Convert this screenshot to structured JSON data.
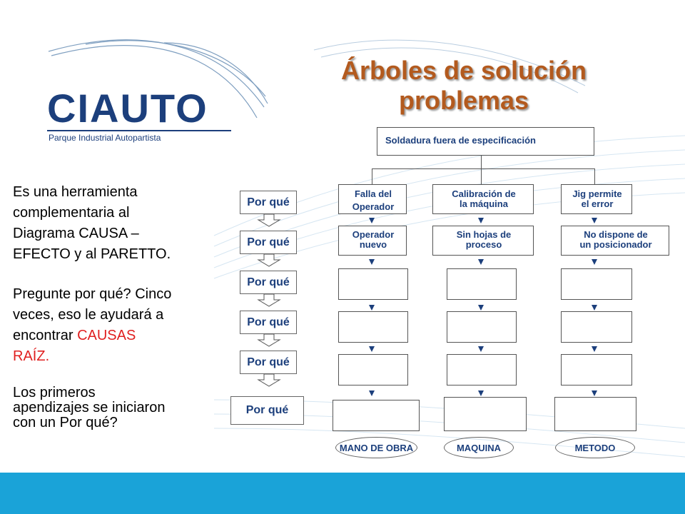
{
  "logo": {
    "name": "CIAUTO",
    "subtitle": "Parque Industrial Autopartista"
  },
  "title_line1": "Árboles de solución",
  "title_line2": "problemas",
  "left_text": {
    "p1": [
      "Es una herramienta",
      "complementaria al",
      "Diagrama CAUSA –",
      "EFECTO y al PARETTO."
    ],
    "p2_lines": [
      "Pregunte por qué? Cinco",
      "veces, eso le ayudará a"
    ],
    "p2_line3_prefix": "encontrar ",
    "p2_red1": "CAUSAS",
    "p2_red2": "RAÍZ",
    "p2_end": ".",
    "p3": [
      "Los primeros",
      "apendizajes  se iniciaron",
      "con un Por qué?"
    ]
  },
  "por_que": [
    "Por qué",
    "Por qué",
    "Por qué",
    "Por qué",
    "Por qué",
    "Por qué"
  ],
  "tree": {
    "root": "Soldadura fuera de especificación",
    "col1": {
      "l1": [
        "Falla del",
        "Operador"
      ],
      "l2": [
        "Operador",
        "nuevo"
      ],
      "category": "MANO DE OBRA"
    },
    "col2": {
      "l1": [
        "Calibración de",
        "la máquina"
      ],
      "l2": [
        "Sin hojas de",
        "proceso"
      ],
      "category": "MAQUINA"
    },
    "col3": {
      "l1": [
        "Jig permite",
        "el error"
      ],
      "l2": [
        "No dispone de",
        "un posicionador"
      ],
      "category": "METODO"
    }
  },
  "colors": {
    "accent": "#1aa3d8",
    "title": "#b35a1e",
    "navy": "#1c3f7c",
    "red": "#e02020"
  }
}
